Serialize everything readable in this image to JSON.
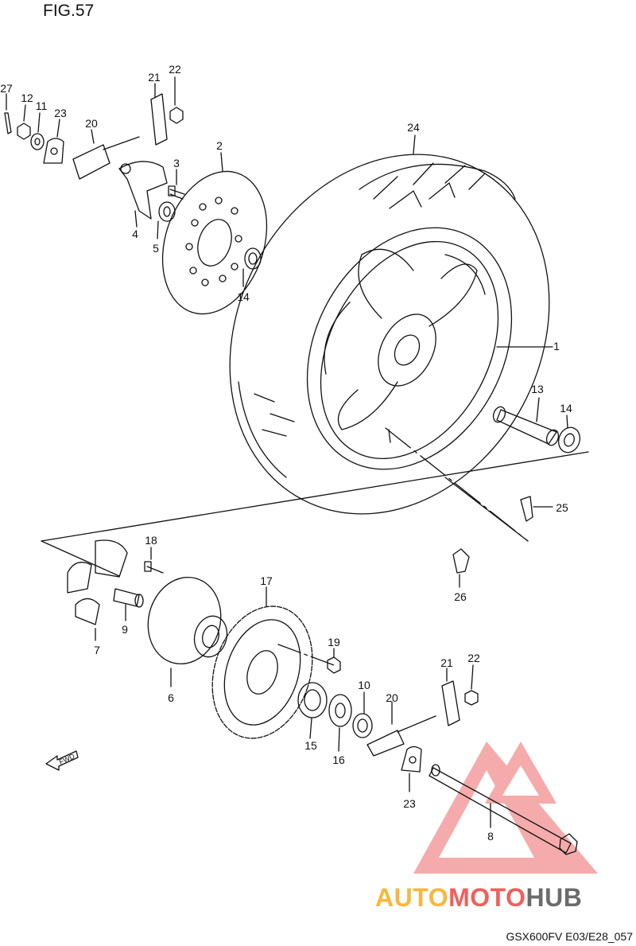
{
  "figure": {
    "title": "FIG.57",
    "code": "GSX600FV E03/E28_057"
  },
  "watermark": {
    "part1": "AUTO",
    "part2": "MOTO",
    "part3": "HUB",
    "colors": {
      "auto": "#f8b73c",
      "moto": "#f0605a",
      "hub": "#6b6b6b",
      "logo": "#f08080"
    }
  },
  "fwd_label": "FWD",
  "callouts": [
    {
      "ref": "27",
      "text": "27"
    },
    {
      "ref": "12",
      "text": "12"
    },
    {
      "ref": "11",
      "text": "11"
    },
    {
      "ref": "23a",
      "text": "23"
    },
    {
      "ref": "20a",
      "text": "20"
    },
    {
      "ref": "21a",
      "text": "21"
    },
    {
      "ref": "22a",
      "text": "22"
    },
    {
      "ref": "3",
      "text": "3"
    },
    {
      "ref": "2",
      "text": "2"
    },
    {
      "ref": "4",
      "text": "4"
    },
    {
      "ref": "5",
      "text": "5"
    },
    {
      "ref": "14a",
      "text": "14"
    },
    {
      "ref": "24",
      "text": "24"
    },
    {
      "ref": "1",
      "text": "1"
    },
    {
      "ref": "13",
      "text": "13"
    },
    {
      "ref": "14b",
      "text": "14"
    },
    {
      "ref": "25",
      "text": "25"
    },
    {
      "ref": "18",
      "text": "18"
    },
    {
      "ref": "17",
      "text": "17"
    },
    {
      "ref": "7",
      "text": "7"
    },
    {
      "ref": "9",
      "text": "9"
    },
    {
      "ref": "6",
      "text": "6"
    },
    {
      "ref": "26",
      "text": "26"
    },
    {
      "ref": "19",
      "text": "19"
    },
    {
      "ref": "21b",
      "text": "21"
    },
    {
      "ref": "22b",
      "text": "22"
    },
    {
      "ref": "10",
      "text": "10"
    },
    {
      "ref": "20b",
      "text": "20"
    },
    {
      "ref": "15",
      "text": "15"
    },
    {
      "ref": "16",
      "text": "16"
    },
    {
      "ref": "23b",
      "text": "23"
    },
    {
      "ref": "8",
      "text": "8"
    }
  ]
}
